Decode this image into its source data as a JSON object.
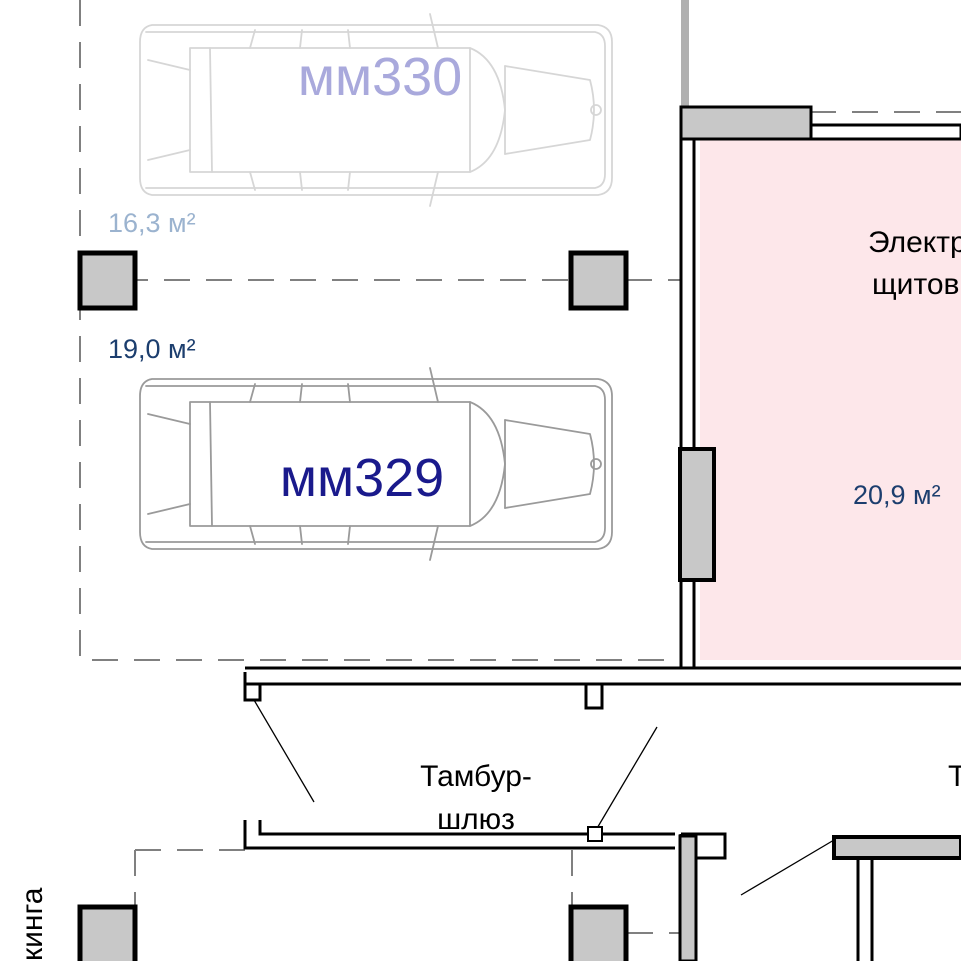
{
  "spots": [
    {
      "code": "мм330",
      "area": "16,3 м²"
    },
    {
      "code": "мм329",
      "area": "19,0 м²"
    }
  ],
  "rooms": [
    {
      "name_line1": "Электр",
      "name_line2": "щитов",
      "area": "20,9 м²"
    },
    {
      "name_line1": "Тамбур-",
      "name_line2": "шлюз"
    },
    {
      "name_partial": "Т"
    }
  ],
  "edge_label": "кинга",
  "colors": {
    "spot_label_active": "#1a1a8c",
    "spot_label_faded": "#a9a9dc",
    "area_label_active": "#1c3e6e",
    "area_label_faded": "#9bb3cf",
    "electrical_room_fill": "#fde7ea",
    "column_fill": "#c8c8c8",
    "wall_stroke": "#000000",
    "dashed_boundary": "#808080"
  }
}
